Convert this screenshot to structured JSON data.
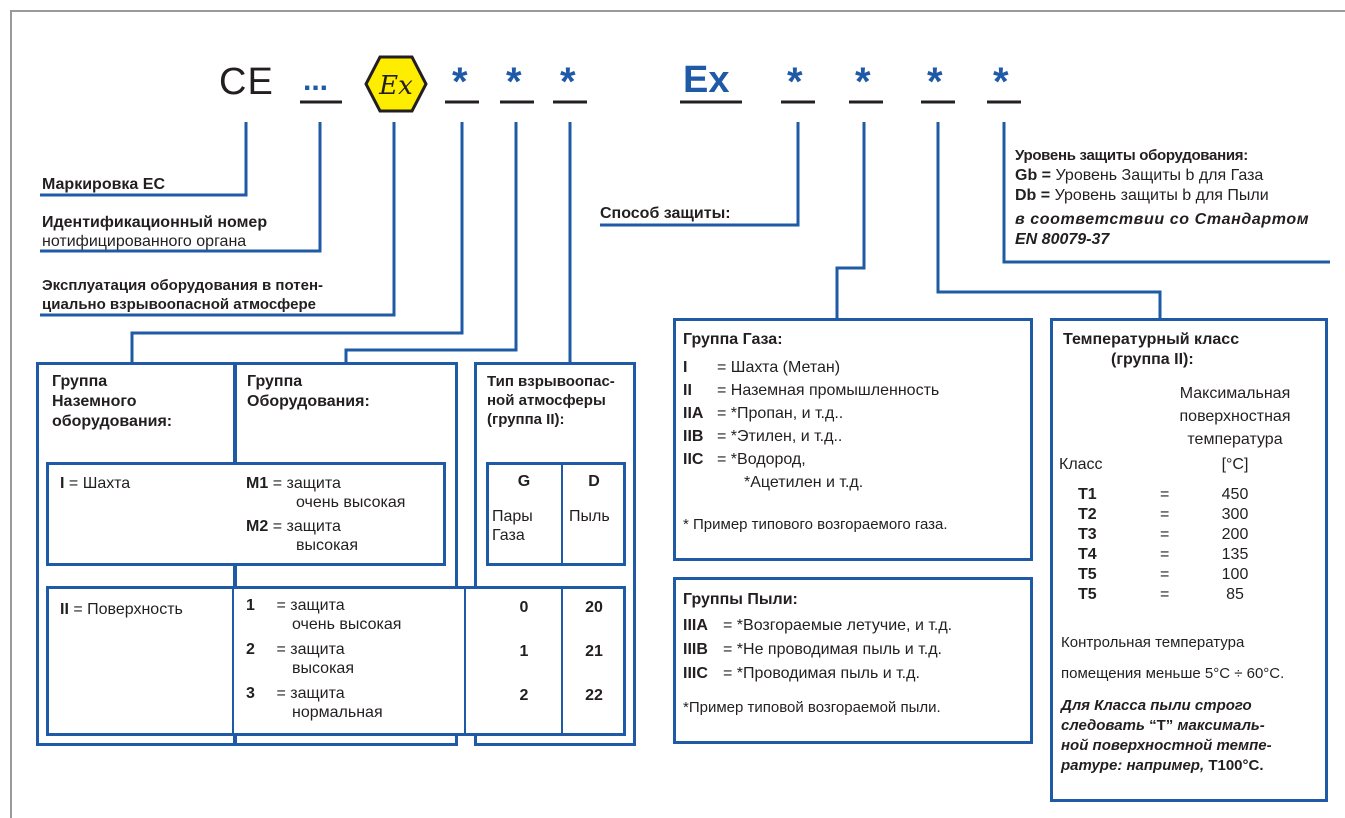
{
  "header": {
    "ce_mark": "CE",
    "notified_body": "...",
    "ex_symbol": "Ex",
    "ex_code": "Ex",
    "star": "*"
  },
  "left_labels": {
    "ec_marking": "Маркировка ЕС",
    "id_number_bold": "Идентификационный номер",
    "id_number_rest": "нотифицированного органа",
    "atmosphere_line1": "Эксплуатация оборудования в потен-",
    "atmosphere_line2": "циально взрывоопасной атмосфере",
    "protection_method": "Способ защиты:"
  },
  "epl": {
    "title": "Уровень защиты оборудования:",
    "gb_code": "Gb =",
    "gb_text": "Уровень Защиты b для Газа",
    "db_code": "Db =",
    "db_text": "Уровень защиты b для Пыли",
    "standard_line1": "в соответствии со Стандартом",
    "standard_line2": "EN 80079-37"
  },
  "group_box": {
    "title_line1": "Группа",
    "title_line2": "Наземного",
    "title_line3": "оборудования:",
    "row1_code": "I",
    "row1_text": "= Шахта",
    "row2_code": "II",
    "row2_text": "= Поверхность"
  },
  "equipment_box": {
    "title_line1": "Группа",
    "title_line2": "Оборудования:",
    "items": [
      {
        "code": "M1",
        "eq": "=",
        "line1": "защита",
        "line2": "очень высокая"
      },
      {
        "code": "M2",
        "eq": "=",
        "line1": "защита",
        "line2": "высокая"
      },
      {
        "code": "1",
        "eq": "=",
        "line1": "защита",
        "line2": "очень высокая"
      },
      {
        "code": "2",
        "eq": "=",
        "line1": "защита",
        "line2": "высокая"
      },
      {
        "code": "3",
        "eq": "=",
        "line1": "защита",
        "line2": "нормальная"
      }
    ]
  },
  "atmosphere_box": {
    "title_line1": "Тип взрывоопас-",
    "title_line2": "ной атмосферы",
    "title_line3": "(группа II):",
    "col_g": "G",
    "col_d": "D",
    "g_line1": "Пары",
    "g_line2": "Газа",
    "d_label": "Пыль",
    "zones": [
      {
        "g": "0",
        "d": "20"
      },
      {
        "g": "1",
        "d": "21"
      },
      {
        "g": "2",
        "d": "22"
      }
    ]
  },
  "gas_box": {
    "title": "Группа Газа:",
    "items": [
      {
        "code": "I",
        "text": "= Шахта (Метан)"
      },
      {
        "code": "II",
        "text": "= Наземная промышленность"
      },
      {
        "code": "IIA",
        "text": "= *Пропан, и т.д.."
      },
      {
        "code": "IIB",
        "text": "= *Этилен, и т.д.."
      },
      {
        "code": "IIC",
        "text": "= *Водород,"
      }
    ],
    "iic_cont": "*Ацетилен и т.д.",
    "note": "* Пример типового возгораемого газа."
  },
  "dust_box": {
    "title": "Группы Пыли:",
    "items": [
      {
        "code": "IIIA",
        "text": "= *Возгораемые летучие, и т.д."
      },
      {
        "code": "IIIB",
        "text": "= *Не проводимая пыль и т.д."
      },
      {
        "code": "IIIC",
        "text": "= *Проводимая пыль и т.д."
      }
    ],
    "note": "*Пример типовой возгораемой пыли."
  },
  "temp_box": {
    "title_line1": "Температурный класс",
    "title_line2": "(группа II):",
    "head_line1": "Максимальная",
    "head_line2": "поверхностная",
    "head_line3": "температура",
    "class_label": "Класс",
    "unit": "[°C]",
    "rows": [
      {
        "cls": "T1",
        "eq": "=",
        "temp": "450"
      },
      {
        "cls": "T2",
        "eq": "=",
        "temp": "300"
      },
      {
        "cls": "T3",
        "eq": "=",
        "temp": "200"
      },
      {
        "cls": "T4",
        "eq": "=",
        "temp": "135"
      },
      {
        "cls": "T5",
        "eq": "=",
        "temp": "100"
      },
      {
        "cls": "T5",
        "eq": "=",
        "temp": "85"
      }
    ],
    "ambient_line1": "Контрольная температура",
    "ambient_line2": "помещения меньше 5°C ÷ 60°C.",
    "dust_note_line1": "Для Класса пыли строго",
    "dust_note_line2a": "следовать ",
    "dust_note_line2b": "“T”",
    "dust_note_line2c": " максималь-",
    "dust_note_line3": "ной поверхностной темпе-",
    "dust_note_line4a": "ратуре: например, ",
    "dust_note_line4b": "T100°C."
  },
  "colors": {
    "accent_blue": "#1f5aa6",
    "ex_yellow": "#ffed00",
    "frame_gray": "#9a9a9a"
  }
}
